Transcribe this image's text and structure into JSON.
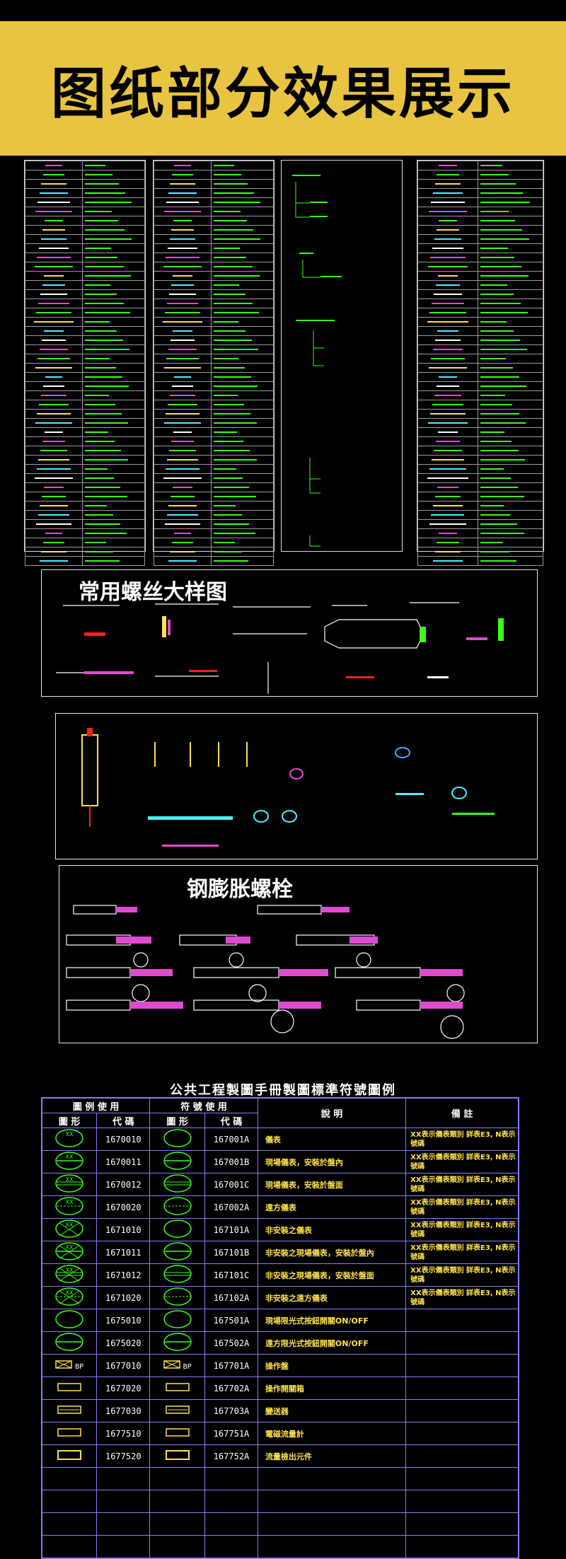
{
  "banner": {
    "title": "图纸部分效果展示"
  },
  "section1": {
    "title": "常用螺丝大样图"
  },
  "section2": {
    "title": "钢膨胀螺栓"
  },
  "legend": {
    "title": "公共工程製圖手冊製圖標準符號圖例",
    "header": {
      "group1": "圖 例 使 用",
      "group2": "符 號 使 用",
      "shape1": "圖 形",
      "code1": "代 碼",
      "shape2": "圖 形",
      "code2": "代 碼",
      "desc": "說 明",
      "note": "備 註"
    },
    "rows": [
      {
        "code1": "1670010",
        "code2": "167001A",
        "desc": "儀表",
        "note": "XX表示儀表類別 詳表E3, N表示號碼"
      },
      {
        "code1": "1670011",
        "code2": "167001B",
        "desc": "現場儀表，安裝於盤內",
        "note": "XX表示儀表類別 詳表E3, N表示號碼"
      },
      {
        "code1": "1670012",
        "code2": "167001C",
        "desc": "現場儀表，安裝於盤面",
        "note": "XX表示儀表類別 詳表E3, N表示號碼"
      },
      {
        "code1": "1670020",
        "code2": "167002A",
        "desc": "遠方儀表",
        "note": "XX表示儀表類別 詳表E3, N表示號碼"
      },
      {
        "code1": "1671010",
        "code2": "167101A",
        "desc": "非安裝之儀表",
        "note": "XX表示儀表類別 詳表E3, N表示號碼"
      },
      {
        "code1": "1671011",
        "code2": "167101B",
        "desc": "非安裝之現場儀表，安裝於盤內",
        "note": "XX表示儀表類別 詳表E3, N表示號碼"
      },
      {
        "code1": "1671012",
        "code2": "167101C",
        "desc": "非安裝之現場儀表，安裝於盤面",
        "note": "XX表示儀表類別 詳表E3, N表示號碼"
      },
      {
        "code1": "1671020",
        "code2": "167102A",
        "desc": "非安裝之遠方儀表",
        "note": "XX表示儀表類別 詳表E3, N表示號碼"
      },
      {
        "code1": "1675010",
        "code2": "167501A",
        "desc": "現場限光式按鈕開關ON/OFF",
        "note": ""
      },
      {
        "code1": "1675020",
        "code2": "167502A",
        "desc": "遠方限光式按鈕開關ON/OFF",
        "note": ""
      },
      {
        "code1": "1677010",
        "code2": "167701A",
        "desc": "操作盤",
        "note": ""
      },
      {
        "code1": "1677020",
        "code2": "167702A",
        "desc": "操作開關箱",
        "note": ""
      },
      {
        "code1": "1677030",
        "code2": "167703A",
        "desc": "變送器",
        "note": ""
      },
      {
        "code1": "1677510",
        "code2": "167751A",
        "desc": "電磁流量計",
        "note": ""
      },
      {
        "code1": "1677520",
        "code2": "167752A",
        "desc": "流量檢出元件",
        "note": ""
      }
    ],
    "bp_label": "BP"
  },
  "colors": {
    "banner": "#E8C440",
    "cad_green": "#39ff14",
    "cad_yellow": "#ffe14a",
    "table_border": "#8a7cf0"
  }
}
